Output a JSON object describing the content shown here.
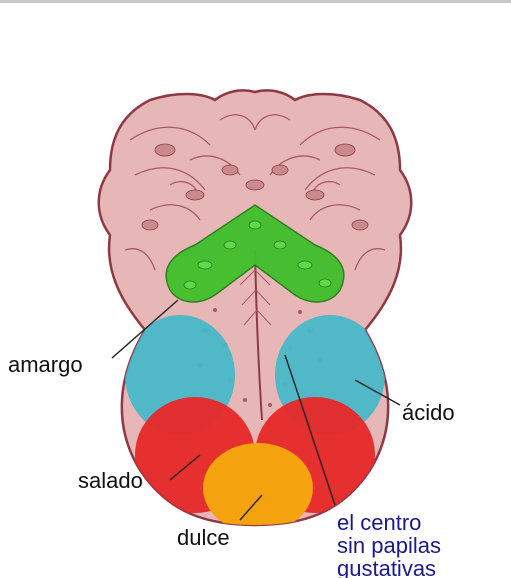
{
  "labels": {
    "bitter": "amargo",
    "sour": "ácido",
    "salty": "salado",
    "sweet": "dulce",
    "center_line1": "el centro",
    "center_line2": "sin papilas",
    "center_line3": "gustativas"
  },
  "colors": {
    "background": "#ffffff",
    "tongue": "#e7b7b8",
    "tongue_outline": "#8e3a45",
    "bitter_region": "#3fbf2a",
    "sour_region": "#49b7c8",
    "salty_region": "#e52a2a",
    "sweet_region": "#f4a20e",
    "center_label": "#1a1a8c"
  },
  "icons": [
    "tongue-illustration"
  ]
}
